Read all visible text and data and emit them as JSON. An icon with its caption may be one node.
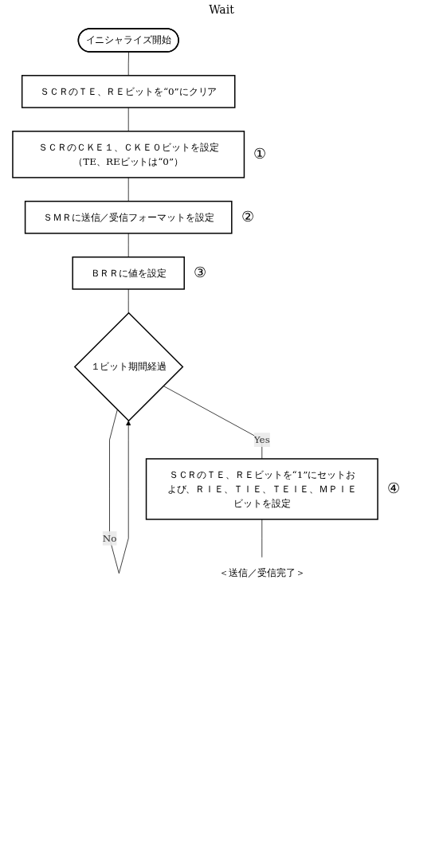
{
  "diagram": {
    "nodes": [
      {
        "text": [
          "イニシャライズ開始"
        ]
      },
      {
        "text": [
          "ＳＣＲのＴＥ、ＲＥビットを“0”にクリア"
        ]
      },
      {
        "text": [
          "ＳＣＲのＣＫＥ１、ＣＫＥ０ビットを設定（TE、REビットは“0”）"
        ],
        "beside": [
          "①"
        ]
      },
      {
        "text": [
          "ＳＭＲに送信／受信フォーマットを設定"
        ],
        "beside": [
          "②"
        ]
      },
      {
        "text": [
          "ＢＲＲに値を設定"
        ],
        "beside": [
          "③"
        ]
      },
      {
        "text": [
          "１ビット期間経過"
        ]
      },
      {
        "text": [
          "ＳＣＲのＴＥ、ＲＥビットを“1”にセットおよび、ＲＩＥ、ＴＩＥ、ＴＥＩＥ、ＭＰＩＥビットを設定"
        ],
        "beside": [
          "④"
        ]
      },
      {
        "text": [
          "＜送信／受信完了＞"
        ]
      }
    ],
    "edges": [
      {
        "from": 0,
        "to": 1,
        "arrow": "none"
      },
      {
        "from": 1,
        "to": 2,
        "arrow": "none"
      },
      {
        "from": 2,
        "to": 3,
        "arrow": "none"
      },
      {
        "from": 3,
        "to": 4,
        "arrow": "none"
      },
      {
        "from": 4,
        "to": 5,
        "arrow": "none"
      },
      {
        "from": 5,
        "to": 5,
        "arrow": "to",
        "label": "No"
      },
      {
        "from": 5,
        "to": 6,
        "arrow": "none",
        "label": "Yes"
      },
      {
        "from": 6,
        "to": 7,
        "arrow": "none"
      }
    ],
    "labels": [
      "Wait"
    ]
  }
}
